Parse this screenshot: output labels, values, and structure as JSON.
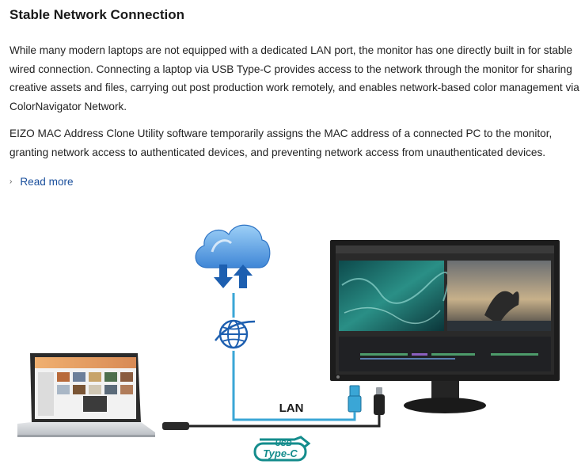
{
  "section": {
    "title": "Stable Network Connection",
    "paragraphs": [
      "While many modern laptops are not equipped with a dedicated LAN port, the monitor has one directly built in for stable wired connection. Connecting a laptop via USB Type-C provides access to the network through the monitor for sharing creative assets and files, carrying out post production work remotely, and enables network-based color management via ColorNavigator Network.",
      "EIZO MAC Address Clone Utility software temporarily assigns the MAC address of a connected PC to the monitor, granting network access to authenticated devices, and preventing network access from unauthenticated devices."
    ],
    "read_more": "Read more"
  },
  "diagram": {
    "lan_label": "LAN",
    "usb_logo_top": "USB",
    "usb_logo_bottom": "Type-C",
    "colors": {
      "lan_cable": "#3aa6d6",
      "usb_cable": "#222222",
      "cloud": "#4f93d8",
      "arrows": "#1d5fb0",
      "usb_logo": "#148c8c",
      "link": "#1a4f9c"
    }
  }
}
